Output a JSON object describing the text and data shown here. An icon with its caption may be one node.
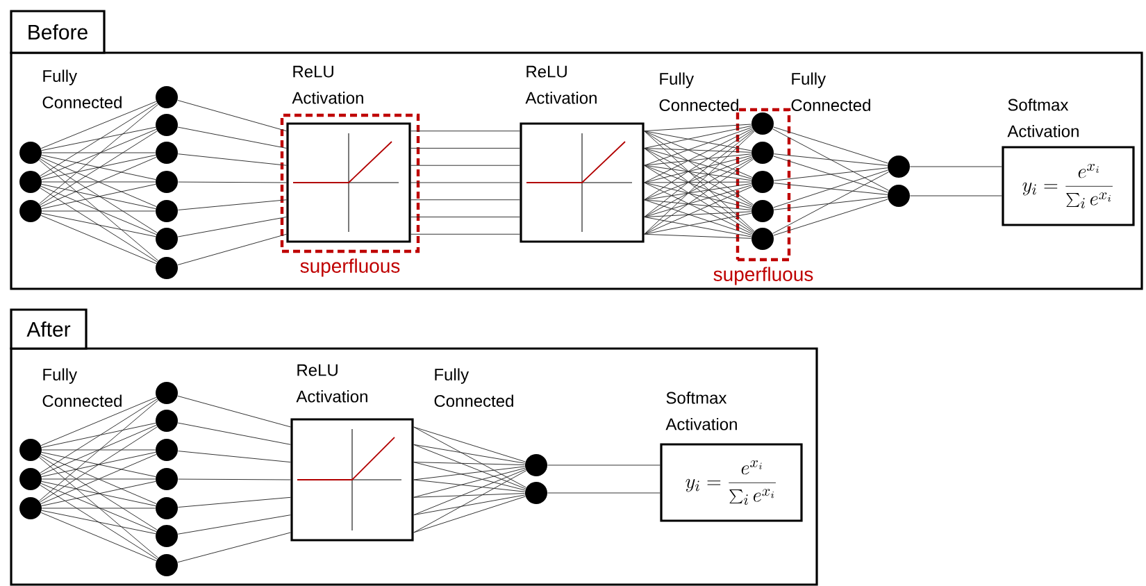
{
  "diagram": {
    "nodes": [
      {
        "text": [
          "Before"
        ]
      },
      {
        "text": [],
        "shape": "circle",
        "in": 0
      },
      {
        "text": [],
        "shape": "circle",
        "in": 0
      },
      {
        "text": [],
        "shape": "circle",
        "in": 0
      },
      {
        "text": [],
        "shape": "circle",
        "in": 0
      },
      {
        "text": [],
        "shape": "circle",
        "in": 0
      },
      {
        "text": [],
        "shape": "circle",
        "in": 0
      },
      {
        "text": [],
        "shape": "circle",
        "in": 0
      },
      {
        "text": [],
        "shape": "circle",
        "in": 0
      },
      {
        "text": [],
        "shape": "circle",
        "in": 0
      },
      {
        "text": [],
        "shape": "circle",
        "in": 0
      },
      {
        "text": [
          "superfluous"
        ],
        "in": 0
      },
      {
        "text": [],
        "shape": "box",
        "in": 11,
        "beside": [
          "ReLU Activation"
        ]
      },
      {
        "text": [],
        "shape": "box",
        "in": 0,
        "beside": [
          "ReLU Activation"
        ]
      },
      {
        "text": [
          "superfluous"
        ],
        "in": 0
      },
      {
        "text": [],
        "shape": "circle",
        "in": 14
      },
      {
        "text": [],
        "shape": "circle",
        "in": 14
      },
      {
        "text": [],
        "shape": "circle",
        "in": 14
      },
      {
        "text": [],
        "shape": "circle",
        "in": 14
      },
      {
        "text": [],
        "shape": "circle",
        "in": 14
      },
      {
        "text": [],
        "shape": "circle",
        "in": 0
      },
      {
        "text": [],
        "shape": "circle",
        "in": 0
      },
      {
        "text": [
          "y_i = \\frac{e^{x_i}}{\\sum_i e^{x_i}}"
        ],
        "in": 0,
        "beside": [
          "Softmax Activation"
        ]
      },
      {
        "text": [
          "After"
        ]
      },
      {
        "text": [],
        "shape": "circle",
        "in": 23
      },
      {
        "text": [],
        "shape": "circle",
        "in": 23
      },
      {
        "text": [],
        "shape": "circle",
        "in": 23
      },
      {
        "text": [],
        "shape": "circle",
        "in": 23
      },
      {
        "text": [],
        "shape": "circle",
        "in": 23
      },
      {
        "text": [],
        "shape": "circle",
        "in": 23
      },
      {
        "text": [],
        "shape": "circle",
        "in": 23
      },
      {
        "text": [],
        "shape": "circle",
        "in": 23
      },
      {
        "text": [],
        "shape": "circle",
        "in": 23
      },
      {
        "text": [],
        "shape": "circle",
        "in": 23
      },
      {
        "text": [],
        "shape": "box",
        "in": 23,
        "beside": [
          "ReLU Activation"
        ]
      },
      {
        "text": [],
        "shape": "circle",
        "in": 23
      },
      {
        "text": [],
        "shape": "circle",
        "in": 23
      },
      {
        "text": [
          "y_i = \\frac{e^{x_i}}{\\sum_i e^{x_i}}"
        ],
        "in": 23,
        "beside": [
          "Softmax Activation"
        ]
      }
    ],
    "edges": [
      {
        "from": 1,
        "to": 4,
        "arrow": "none"
      },
      {
        "from": 1,
        "to": 5,
        "arrow": "none"
      },
      {
        "from": 1,
        "to": 6,
        "arrow": "none"
      },
      {
        "from": 1,
        "to": 7,
        "arrow": "none"
      },
      {
        "from": 1,
        "to": 8,
        "arrow": "none"
      },
      {
        "from": 1,
        "to": 9,
        "arrow": "none"
      },
      {
        "from": 1,
        "to": 10,
        "arrow": "none"
      },
      {
        "from": 2,
        "to": 4,
        "arrow": "none"
      },
      {
        "from": 2,
        "to": 5,
        "arrow": "none"
      },
      {
        "from": 2,
        "to": 6,
        "arrow": "none"
      },
      {
        "from": 2,
        "to": 7,
        "arrow": "none"
      },
      {
        "from": 2,
        "to": 8,
        "arrow": "none"
      },
      {
        "from": 2,
        "to": 9,
        "arrow": "none"
      },
      {
        "from": 2,
        "to": 10,
        "arrow": "none"
      },
      {
        "from": 3,
        "to": 4,
        "arrow": "none"
      },
      {
        "from": 3,
        "to": 5,
        "arrow": "none"
      },
      {
        "from": 3,
        "to": 6,
        "arrow": "none"
      },
      {
        "from": 3,
        "to": 7,
        "arrow": "none"
      },
      {
        "from": 3,
        "to": 8,
        "arrow": "none"
      },
      {
        "from": 3,
        "to": 9,
        "arrow": "none"
      },
      {
        "from": 3,
        "to": 10,
        "arrow": "none"
      },
      {
        "from": 4,
        "to": 12,
        "arrow": "none"
      },
      {
        "from": 5,
        "to": 12,
        "arrow": "none"
      },
      {
        "from": 6,
        "to": 12,
        "arrow": "none"
      },
      {
        "from": 7,
        "to": 12,
        "arrow": "none"
      },
      {
        "from": 8,
        "to": 12,
        "arrow": "none"
      },
      {
        "from": 9,
        "to": 12,
        "arrow": "none"
      },
      {
        "from": 10,
        "to": 12,
        "arrow": "none"
      },
      {
        "from": 12,
        "to": 13,
        "arrow": "none"
      },
      {
        "from": 12,
        "to": 13,
        "arrow": "none"
      },
      {
        "from": 12,
        "to": 13,
        "arrow": "none"
      },
      {
        "from": 12,
        "to": 13,
        "arrow": "none"
      },
      {
        "from": 12,
        "to": 13,
        "arrow": "none"
      },
      {
        "from": 12,
        "to": 13,
        "arrow": "none"
      },
      {
        "from": 12,
        "to": 13,
        "arrow": "none"
      },
      {
        "from": 13,
        "to": 15,
        "arrow": "none"
      },
      {
        "from": 13,
        "to": 16,
        "arrow": "none"
      },
      {
        "from": 13,
        "to": 17,
        "arrow": "none"
      },
      {
        "from": 13,
        "to": 18,
        "arrow": "none"
      },
      {
        "from": 13,
        "to": 19,
        "arrow": "none"
      },
      {
        "from": 13,
        "to": 15,
        "arrow": "none"
      },
      {
        "from": 13,
        "to": 16,
        "arrow": "none"
      },
      {
        "from": 13,
        "to": 17,
        "arrow": "none"
      },
      {
        "from": 13,
        "to": 18,
        "arrow": "none"
      },
      {
        "from": 13,
        "to": 19,
        "arrow": "none"
      },
      {
        "from": 13,
        "to": 15,
        "arrow": "none"
      },
      {
        "from": 13,
        "to": 16,
        "arrow": "none"
      },
      {
        "from": 13,
        "to": 17,
        "arrow": "none"
      },
      {
        "from": 13,
        "to": 18,
        "arrow": "none"
      },
      {
        "from": 13,
        "to": 19,
        "arrow": "none"
      },
      {
        "from": 13,
        "to": 15,
        "arrow": "none"
      },
      {
        "from": 13,
        "to": 16,
        "arrow": "none"
      },
      {
        "from": 13,
        "to": 17,
        "arrow": "none"
      },
      {
        "from": 13,
        "to": 18,
        "arrow": "none"
      },
      {
        "from": 13,
        "to": 19,
        "arrow": "none"
      },
      {
        "from": 13,
        "to": 15,
        "arrow": "none"
      },
      {
        "from": 13,
        "to": 16,
        "arrow": "none"
      },
      {
        "from": 13,
        "to": 17,
        "arrow": "none"
      },
      {
        "from": 13,
        "to": 18,
        "arrow": "none"
      },
      {
        "from": 13,
        "to": 19,
        "arrow": "none"
      },
      {
        "from": 13,
        "to": 15,
        "arrow": "none"
      },
      {
        "from": 13,
        "to": 16,
        "arrow": "none"
      },
      {
        "from": 13,
        "to": 17,
        "arrow": "none"
      },
      {
        "from": 13,
        "to": 18,
        "arrow": "none"
      },
      {
        "from": 13,
        "to": 19,
        "arrow": "none"
      },
      {
        "from": 13,
        "to": 15,
        "arrow": "none"
      },
      {
        "from": 13,
        "to": 16,
        "arrow": "none"
      },
      {
        "from": 13,
        "to": 17,
        "arrow": "none"
      },
      {
        "from": 13,
        "to": 18,
        "arrow": "none"
      },
      {
        "from": 13,
        "to": 19,
        "arrow": "none"
      },
      {
        "from": 15,
        "to": 20,
        "arrow": "none"
      },
      {
        "from": 15,
        "to": 21,
        "arrow": "none"
      },
      {
        "from": 16,
        "to": 20,
        "arrow": "none"
      },
      {
        "from": 16,
        "to": 21,
        "arrow": "none"
      },
      {
        "from": 17,
        "to": 20,
        "arrow": "none"
      },
      {
        "from": 17,
        "to": 21,
        "arrow": "none"
      },
      {
        "from": 18,
        "to": 20,
        "arrow": "none"
      },
      {
        "from": 18,
        "to": 21,
        "arrow": "none"
      },
      {
        "from": 19,
        "to": 20,
        "arrow": "none"
      },
      {
        "from": 19,
        "to": 21,
        "arrow": "none"
      },
      {
        "from": 20,
        "to": 22,
        "arrow": "none"
      },
      {
        "from": 21,
        "to": 22,
        "arrow": "none"
      },
      {
        "from": 24,
        "to": 27,
        "arrow": "none"
      },
      {
        "from": 24,
        "to": 28,
        "arrow": "none"
      },
      {
        "from": 24,
        "to": 29,
        "arrow": "none"
      },
      {
        "from": 24,
        "to": 30,
        "arrow": "none"
      },
      {
        "from": 24,
        "to": 31,
        "arrow": "none"
      },
      {
        "from": 24,
        "to": 32,
        "arrow": "none"
      },
      {
        "from": 24,
        "to": 33,
        "arrow": "none"
      },
      {
        "from": 25,
        "to": 27,
        "arrow": "none"
      },
      {
        "from": 25,
        "to": 28,
        "arrow": "none"
      },
      {
        "from": 25,
        "to": 29,
        "arrow": "none"
      },
      {
        "from": 25,
        "to": 30,
        "arrow": "none"
      },
      {
        "from": 25,
        "to": 31,
        "arrow": "none"
      },
      {
        "from": 25,
        "to": 32,
        "arrow": "none"
      },
      {
        "from": 25,
        "to": 33,
        "arrow": "none"
      },
      {
        "from": 26,
        "to": 27,
        "arrow": "none"
      },
      {
        "from": 26,
        "to": 28,
        "arrow": "none"
      },
      {
        "from": 26,
        "to": 29,
        "arrow": "none"
      },
      {
        "from": 26,
        "to": 30,
        "arrow": "none"
      },
      {
        "from": 26,
        "to": 31,
        "arrow": "none"
      },
      {
        "from": 26,
        "to": 32,
        "arrow": "none"
      },
      {
        "from": 26,
        "to": 33,
        "arrow": "none"
      },
      {
        "from": 27,
        "to": 34,
        "arrow": "none"
      },
      {
        "from": 28,
        "to": 34,
        "arrow": "none"
      },
      {
        "from": 29,
        "to": 34,
        "arrow": "none"
      },
      {
        "from": 30,
        "to": 34,
        "arrow": "none"
      },
      {
        "from": 31,
        "to": 34,
        "arrow": "none"
      },
      {
        "from": 32,
        "to": 34,
        "arrow": "none"
      },
      {
        "from": 33,
        "to": 34,
        "arrow": "none"
      },
      {
        "from": 34,
        "to": 35,
        "arrow": "none"
      },
      {
        "from": 34,
        "to": 36,
        "arrow": "none"
      },
      {
        "from": 34,
        "to": 35,
        "arrow": "none"
      },
      {
        "from": 34,
        "to": 36,
        "arrow": "none"
      },
      {
        "from": 34,
        "to": 35,
        "arrow": "none"
      },
      {
        "from": 34,
        "to": 36,
        "arrow": "none"
      },
      {
        "from": 34,
        "to": 35,
        "arrow": "none"
      },
      {
        "from": 34,
        "to": 36,
        "arrow": "none"
      },
      {
        "from": 34,
        "to": 35,
        "arrow": "none"
      },
      {
        "from": 34,
        "to": 36,
        "arrow": "none"
      },
      {
        "from": 34,
        "to": 35,
        "arrow": "none"
      },
      {
        "from": 34,
        "to": 36,
        "arrow": "none"
      },
      {
        "from": 34,
        "to": 35,
        "arrow": "none"
      },
      {
        "from": 34,
        "to": 36,
        "arrow": "none"
      },
      {
        "from": 35,
        "to": 37,
        "arrow": "none"
      },
      {
        "from": 36,
        "to": 37,
        "arrow": "none"
      }
    ],
    "labels": [
      "Fully Connected",
      "Fully Connected",
      "Fully Connected",
      "Fully Connected",
      "Fully Connected"
    ]
  }
}
